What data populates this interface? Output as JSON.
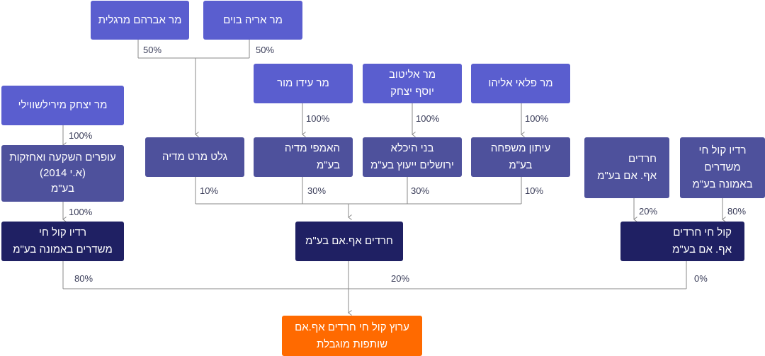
{
  "nodes": {
    "avraham": {
      "lines": [
        "מר אברהם מרגלית"
      ],
      "color": "#5a5ecf"
    },
    "arie": {
      "lines": [
        "מר אריה בוים"
      ],
      "color": "#5a5ecf"
    },
    "ido": {
      "lines": [
        "מר עידו מור"
      ],
      "color": "#5a5ecf"
    },
    "elituv": {
      "lines": [
        "מר אליטוב",
        "יוסף יצחק"
      ],
      "color": "#5a5ecf"
    },
    "pilai": {
      "lines": [
        "מר פלאי אליהו"
      ],
      "color": "#5a5ecf"
    },
    "yitzhak": {
      "lines": [
        "מר יצחק מירילשווילי"
      ],
      "color": "#5a5ecf"
    },
    "ofarim": {
      "lines": [
        "עופרים השקעה ואחזקות",
        "(א.י 2014)",
        "בע\"מ"
      ],
      "color": "#4e519c"
    },
    "galat": {
      "lines": [
        "גלט מרט מדיה"
      ],
      "color": "#4e519c"
    },
    "ampi": {
      "lines": [
        "האמפי מדיה",
        "בע\"מ"
      ],
      "color": "#4e519c"
    },
    "bnei": {
      "lines": [
        "בני היכלא",
        "ירושלים ייעוץ בע\"מ"
      ],
      "color": "#4e519c"
    },
    "itonm": {
      "lines": [
        "עיתון משפחה",
        "בע\"מ"
      ],
      "color": "#4e519c"
    },
    "haredimSmall": {
      "lines": [
        "חרדים",
        "אף. אם בע\"מ"
      ],
      "color": "#4e519c"
    },
    "radioSmall": {
      "lines": [
        "רדיו קול חי",
        "משדרים",
        "באמונה בע\"מ"
      ],
      "color": "#4e519c"
    },
    "radioLeft": {
      "lines": [
        "רדיו קול חי",
        "משדרים באמונה בע\"מ"
      ],
      "color": "#1f2063"
    },
    "haredimCenter": {
      "lines": [
        "חרדים אף.אם בע\"מ"
      ],
      "color": "#1f2063"
    },
    "kolhaiHaredim": {
      "lines": [
        "קול חי חרדים",
        "אף. אם בע\"מ"
      ],
      "color": "#1f2063"
    },
    "final": {
      "lines": [
        "ערוץ קול חי חרדים אף.אם",
        "שותפות מוגבלת"
      ],
      "color": "#ff6a00"
    }
  },
  "percents": {
    "avraham": "50%",
    "arie": "50%",
    "ido": "100%",
    "elituv": "100%",
    "pilai": "100%",
    "yitzhak": "100%",
    "ofarim": "100%",
    "galat": "10%",
    "ampi": "30%",
    "bnei": "30%",
    "itonm": "10%",
    "haredimSmall": "20%",
    "radioSmall": "80%",
    "radioLeft": "80%",
    "haredimCenter": "20%",
    "kolhaiHaredim": "0%"
  }
}
